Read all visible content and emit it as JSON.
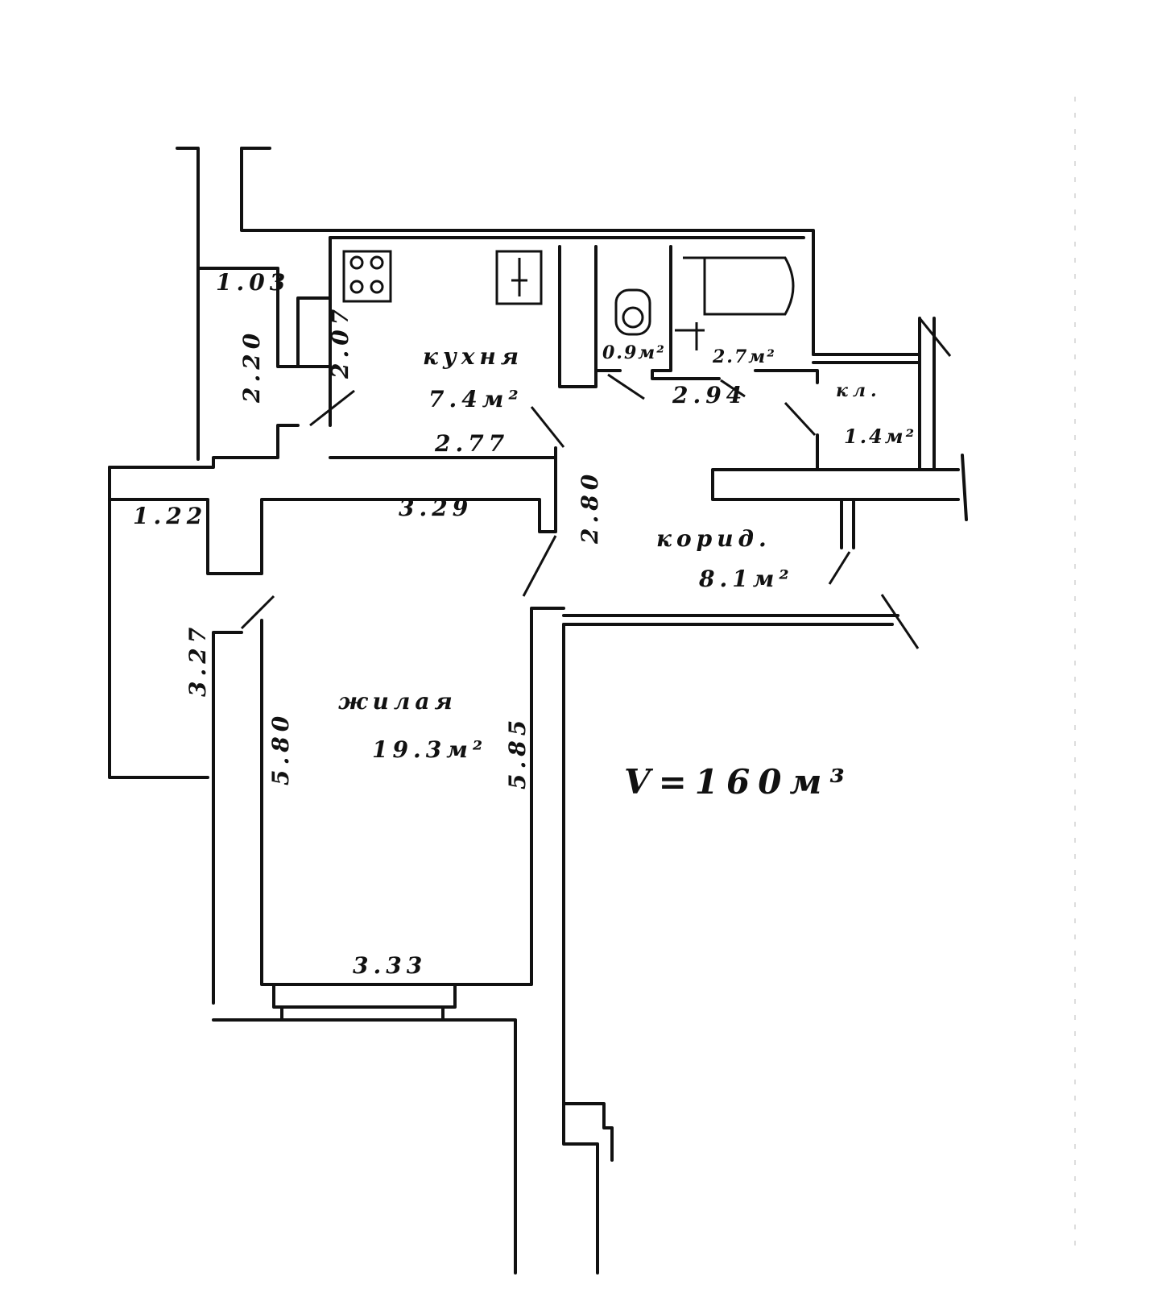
{
  "plan": {
    "kitchen": {
      "name": "кухня",
      "area": "7.4м²"
    },
    "toilet": {
      "area": "0.9м²"
    },
    "bathroom": {
      "area": "2.7м²"
    },
    "closet": {
      "name": "кл.",
      "area": "1.4м²"
    },
    "corridor": {
      "name": "корид.",
      "area": "8.1м²"
    },
    "living": {
      "name": "жилая",
      "area": "19.3м²"
    },
    "volume": "V=160м³",
    "dimensions": {
      "d103": "1.03",
      "d220": "2.20",
      "d207": "2.07",
      "d277": "2.77",
      "d294": "2.94",
      "d122": "1.22",
      "d329": "3.29",
      "d280": "2.80",
      "d327": "3.27",
      "d580": "5.80",
      "d585": "5.85",
      "d333": "3.33"
    }
  }
}
